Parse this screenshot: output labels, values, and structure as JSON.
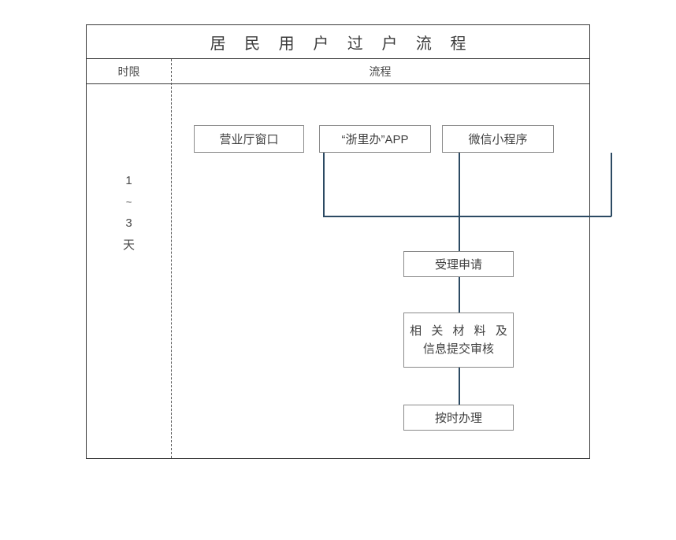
{
  "document": {
    "title": "居 民 用 户 过 户 流 程",
    "columns": {
      "time_header": "时限",
      "flow_header": "流程"
    },
    "time_limit": {
      "value_top": "1",
      "separator": "~",
      "value_bottom": "3",
      "unit": "天"
    }
  },
  "flowchart": {
    "type": "flowchart",
    "channel_nodes": [
      {
        "id": "counter",
        "label": "营业厅窗口"
      },
      {
        "id": "zlb_app",
        "label": "“浙里办”APP"
      },
      {
        "id": "wechat",
        "label": "微信小程序"
      }
    ],
    "process_nodes": [
      {
        "id": "accept",
        "label": "受理申请"
      },
      {
        "id": "submit",
        "line1": "相 关 材 料 及",
        "line2": "信息提交审核"
      },
      {
        "id": "complete",
        "label": "按时办理"
      }
    ],
    "edges": [
      {
        "from": "counter",
        "to": "accept"
      },
      {
        "from": "zlb_app",
        "to": "accept"
      },
      {
        "from": "wechat",
        "to": "accept"
      },
      {
        "from": "accept",
        "to": "submit"
      },
      {
        "from": "submit",
        "to": "complete"
      }
    ],
    "colors": {
      "connector": "#2c4a63",
      "node_border": "#8a8a8a",
      "table_border": "#3a3a3a",
      "text": "#3f3f3f"
    }
  }
}
